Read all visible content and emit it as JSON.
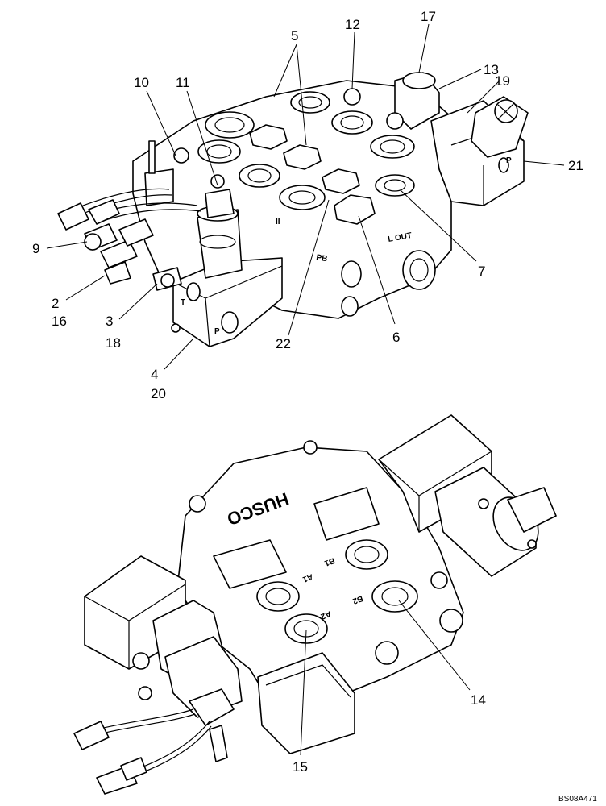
{
  "callouts": {
    "c1": "10",
    "c2": "11",
    "c3": "5",
    "c4": "12",
    "c5": "17",
    "c6": "13",
    "c7": "19",
    "c8": "21",
    "c9": "9",
    "c10": "2",
    "c11": "16",
    "c12": "3",
    "c13": "18",
    "c14": "4",
    "c15": "20",
    "c16": "22",
    "c17": "6",
    "c18": "7",
    "c19": "14",
    "c20": "15"
  },
  "cast_labels": {
    "top_ii": "II",
    "top_pb": "PB",
    "top_lout": "L OUT",
    "top_p_left": "P",
    "top_p_right": "P",
    "top_t": "T",
    "bottom_a1": "A1",
    "bottom_b1": "B1",
    "bottom_a2": "A2",
    "bottom_b2": "B2"
  },
  "brand_text": "HUSCO",
  "reference_code": "BS08A471",
  "colors": {
    "ink": "#000000",
    "paper": "#ffffff"
  }
}
